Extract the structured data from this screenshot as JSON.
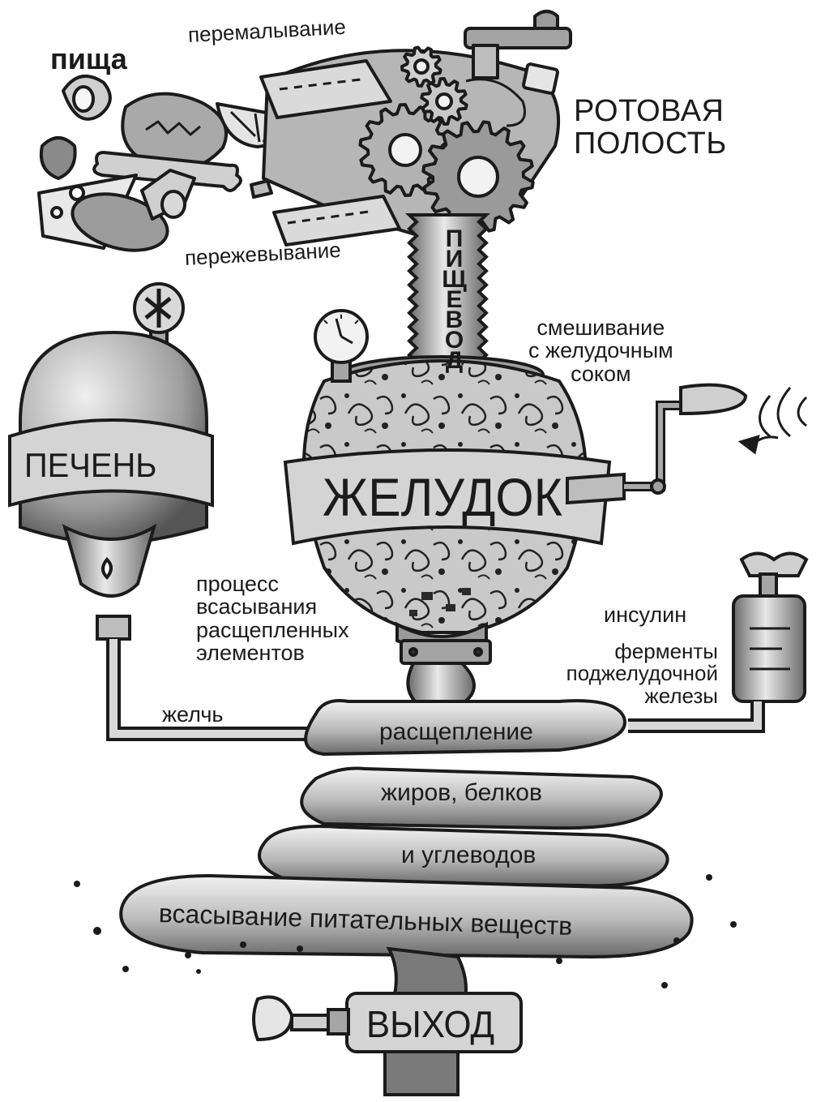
{
  "labels": {
    "food": "пища",
    "grinding": "перемалывание",
    "mouth": "РОТОВАЯ\nПОЛОСТЬ",
    "chewing": "пережевывание",
    "esophagus": "ПИЩЕВОД",
    "mixing": "смешивание\nс желудочным\nсоком",
    "liver": "ПЕЧЕНЬ",
    "stomach": "ЖЕЛУДОК",
    "absorption_process": "процесс\nвсасывания\nрасщепленных\nэлементов",
    "insulin": "инсулин",
    "pancreas_enzymes": "ферменты\nподжелудочной\nжелезы",
    "bile": "желчь",
    "splitting": "расщепление",
    "fats_proteins": "жиров, белков",
    "carbs": "и углеводов",
    "nutrient_absorption": "всасывание питательных веществ",
    "exit": "ВЫХОД"
  },
  "colors": {
    "ink": "#1b1b1b",
    "shade": "#9a9a9a",
    "light": "#d9d9d9",
    "paper": "#ffffff"
  },
  "icons": [
    "gear-icon",
    "pressure-gauge-icon",
    "valve-wheel-icon",
    "crank-handle-icon",
    "faucet-icon",
    "strawberry-icon",
    "cheese-icon",
    "fish-icon",
    "tomato-icon",
    "lemon-slice-icon"
  ]
}
